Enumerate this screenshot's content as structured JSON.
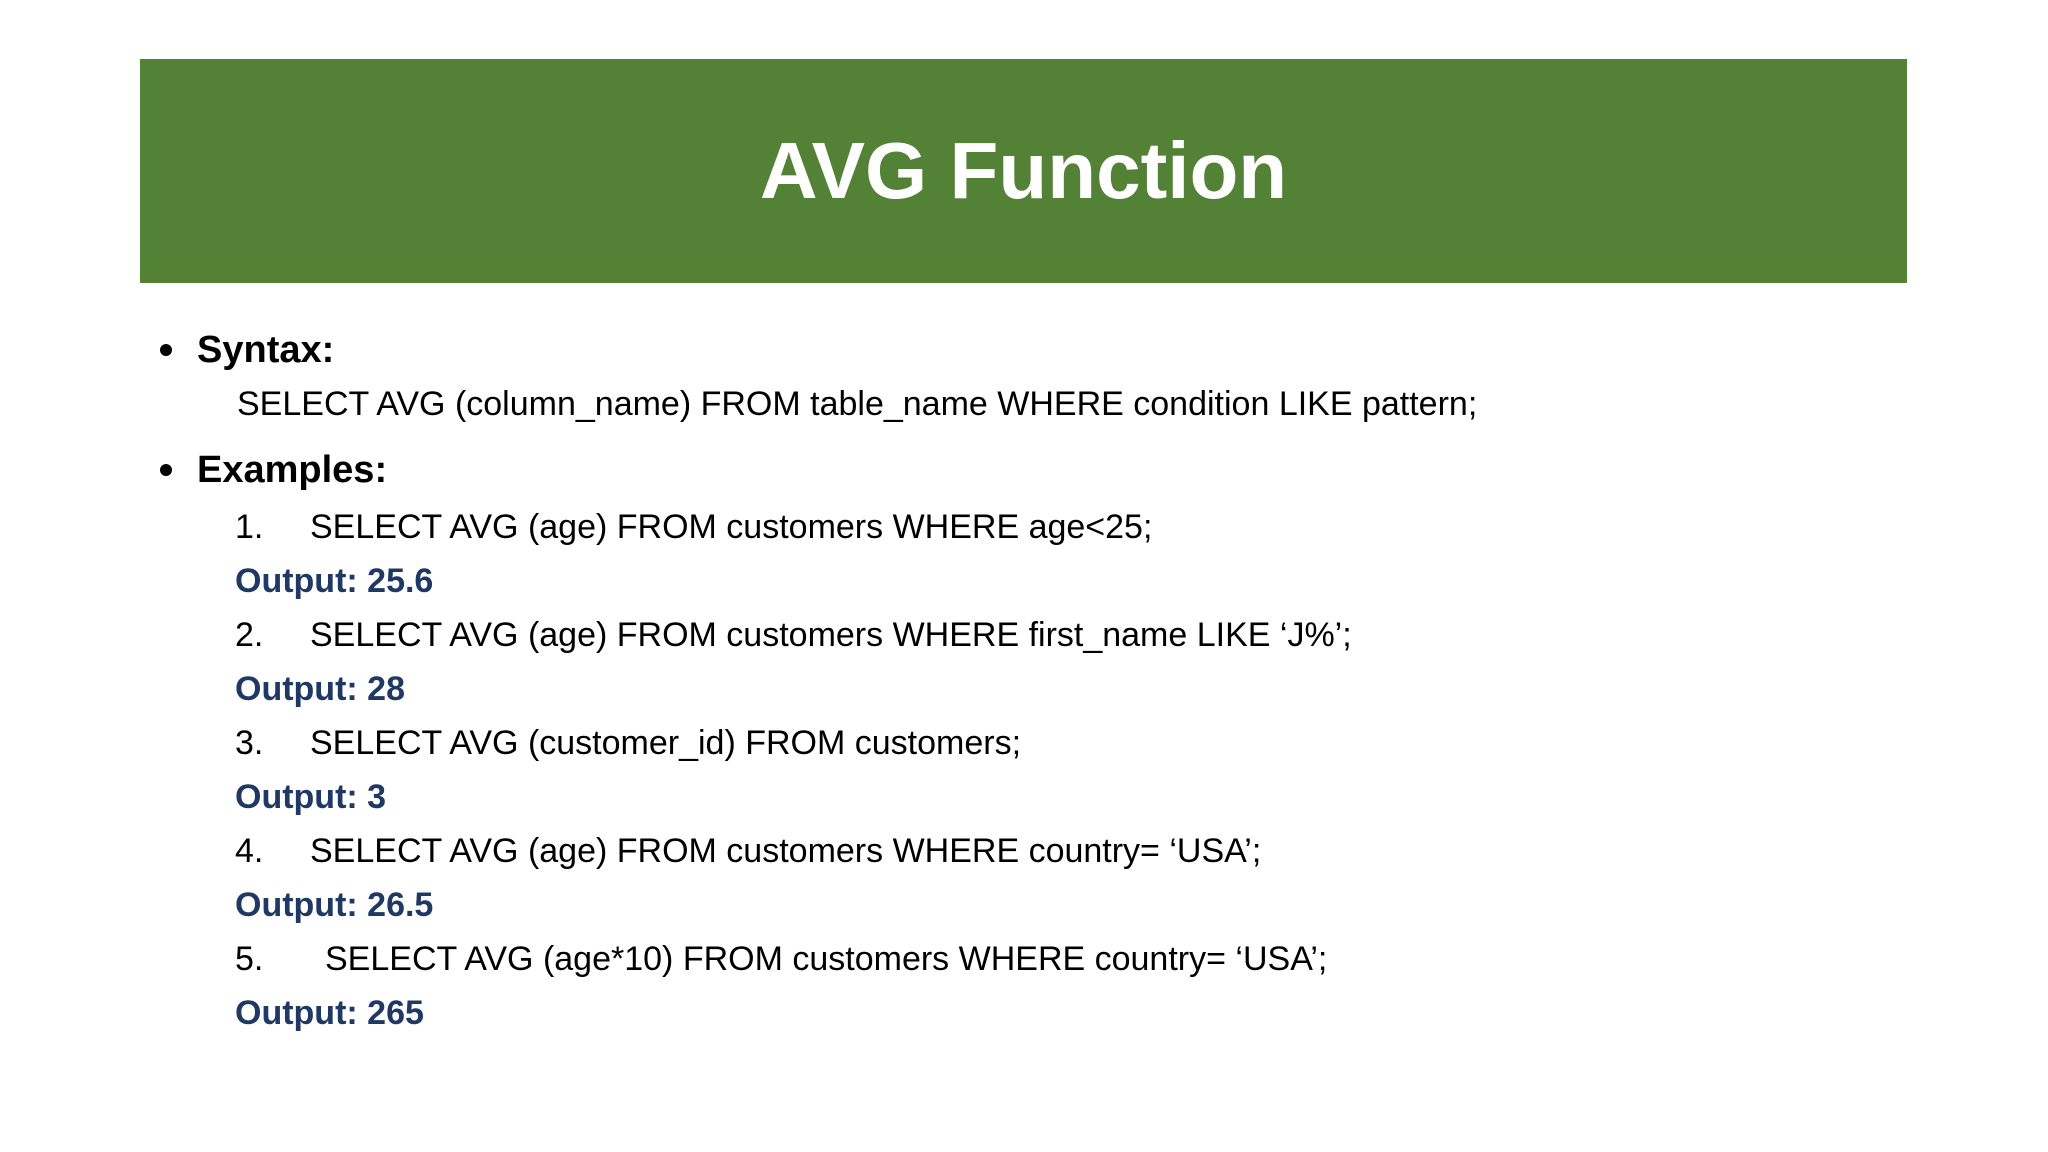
{
  "slide": {
    "title": "AVG Function",
    "colors": {
      "banner_green": "#538135",
      "output_navy": "#1F3864",
      "body_text": "#000000",
      "title_text": "#FFFFFF",
      "background": "#FFFFFF"
    },
    "syntax": {
      "heading": "Syntax:",
      "statement": "SELECT AVG (column_name) FROM table_name WHERE condition LIKE pattern;"
    },
    "examples": {
      "heading": "Examples:",
      "items": [
        {
          "number": "1.",
          "statement": "SELECT AVG (age) FROM customers WHERE age<25;",
          "output": "Output: 25.6"
        },
        {
          "number": "2.",
          "statement": "SELECT AVG (age) FROM customers WHERE first_name LIKE ‘J%’;",
          "output": "Output: 28"
        },
        {
          "number": "3.",
          "statement": "SELECT AVG (customer_id) FROM customers;",
          "output": "Output: 3"
        },
        {
          "number": "4.",
          "statement": "SELECT AVG (age) FROM customers WHERE country= ‘USA’;",
          "output": "Output: 26.5"
        },
        {
          "number": "5.",
          "statement": "SELECT AVG (age*10) FROM customers WHERE country= ‘USA’;",
          "output": "Output: 265"
        }
      ]
    }
  }
}
